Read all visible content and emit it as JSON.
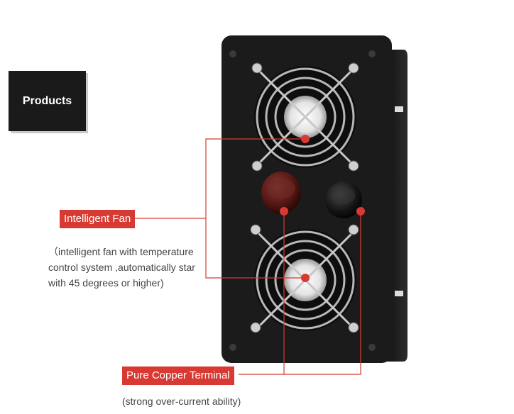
{
  "badge": {
    "label": "Products"
  },
  "callouts": {
    "fan": {
      "label": "Intelligent Fan",
      "description_lines": [
        "（intelligent fan with temperature",
        "control system ,automatically star",
        "with 45 degrees or higher)"
      ]
    },
    "terminal": {
      "label": "Pure Copper Terminal",
      "description": "(strong over-current ability)"
    }
  },
  "colors": {
    "accent_red": "#d83a33",
    "device_body": "#1b1b1b",
    "badge_bg": "#1a1a1a"
  }
}
